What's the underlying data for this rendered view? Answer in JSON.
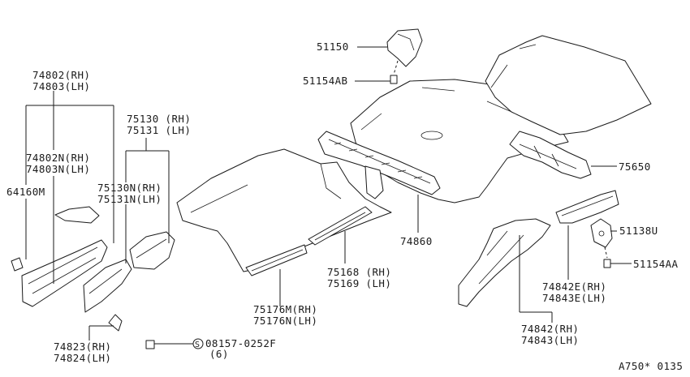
{
  "labels": {
    "p51150": "51150",
    "p51154AB": "51154AB",
    "p74802": "74802(RH)",
    "p74803": "74803(LH)",
    "p75130": "75130 (RH)",
    "p75131": "75131 (LH)",
    "p74802N": "74802N(RH)",
    "p74803N": "74803N(LH)",
    "p64160M": "64160M",
    "p75130N": "75130N(RH)",
    "p75131N": "75131N(LH)",
    "p75650": "75650",
    "p74860": "74860",
    "p51138U": "51138U",
    "p51154AA": "51154AA",
    "p75168": "75168 (RH)",
    "p75169": "75169 (LH)",
    "p74842E": "74842E(RH)",
    "p74843E": "74843E(LH)",
    "p75176M": "75176M(RH)",
    "p75176N": "75176N(LH)",
    "p74842": "74842(RH)",
    "p74843": "74843(LH)",
    "p74823": "74823(RH)",
    "p74824": "74824(LH)",
    "s_symbol": "S",
    "p08157": "08157-0252F",
    "qty6": "(6)",
    "diagram_code": "A750* 0135"
  }
}
